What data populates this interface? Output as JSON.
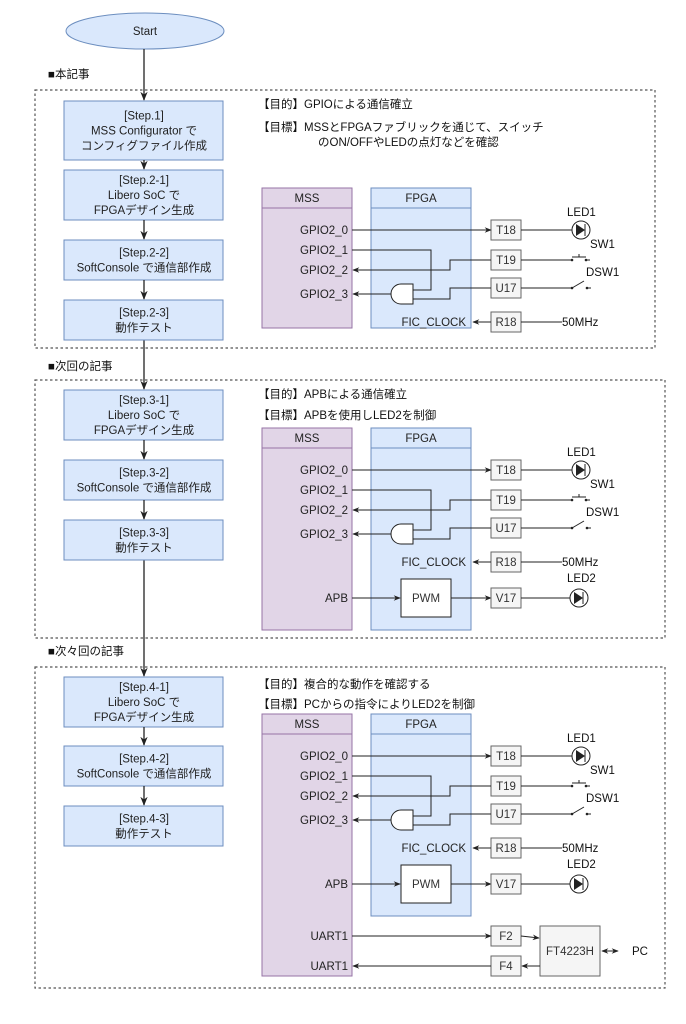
{
  "start": {
    "label": "Start"
  },
  "colors": {
    "step_fill": "#dae8fc",
    "step_stroke": "#6c8ebf",
    "mss_fill": "#e1d5e7",
    "mss_stroke": "#9673a6",
    "fpga_fill": "#dae8fc",
    "pin_fill": "#f5f5f5"
  },
  "sections": [
    {
      "label": "■本記事",
      "steps": [
        {
          "lines": [
            "[Step.1]",
            "MSS Configurator で",
            "コンフィグファイル作成"
          ]
        },
        {
          "lines": [
            "[Step.2-1]",
            "Libero SoC で",
            "FPGAデザイン生成"
          ]
        },
        {
          "lines": [
            "[Step.2-2]",
            "SoftConsole で通信部作成"
          ]
        },
        {
          "lines": [
            "[Step.2-3]",
            "動作テスト"
          ]
        }
      ],
      "purpose": "【目的】GPIOによる通信確立",
      "goal_lines": [
        "【目標】MSSとFPGAファブリックを通じて、スイッチ",
        "のON/OFFやLEDの点灯などを確認"
      ]
    },
    {
      "label": "■次回の記事",
      "steps": [
        {
          "lines": [
            "[Step.3-1]",
            "Libero SoC で",
            "FPGAデザイン生成"
          ]
        },
        {
          "lines": [
            "[Step.3-2]",
            "SoftConsole で通信部作成"
          ]
        },
        {
          "lines": [
            "[Step.3-3]",
            "動作テスト"
          ]
        }
      ],
      "purpose": "【目的】APBによる通信確立",
      "goal_lines": [
        "【目標】APBを使用しLED2を制御"
      ]
    },
    {
      "label": "■次々回の記事",
      "steps": [
        {
          "lines": [
            "[Step.4-1]",
            "Libero SoC で",
            "FPGAデザイン生成"
          ]
        },
        {
          "lines": [
            "[Step.4-2]",
            "SoftConsole で通信部作成"
          ]
        },
        {
          "lines": [
            "[Step.4-3]",
            "動作テスト"
          ]
        }
      ],
      "purpose": "【目的】複合的な動作を確認する",
      "goal_lines": [
        "【目標】PCからの指令によりLED2を制御"
      ]
    }
  ],
  "block": {
    "mss_title": "MSS",
    "fpga_title": "FPGA",
    "signals": {
      "gpio0": "GPIO2_0",
      "gpio1": "GPIO2_1",
      "gpio2": "GPIO2_2",
      "gpio3": "GPIO2_3",
      "fic_clock": "FIC_CLOCK",
      "apb": "APB",
      "uart_tx": "UART1",
      "uart_rx": "UART1"
    },
    "pins": {
      "led1": "T18",
      "sw1": "T19",
      "dsw1": "U17",
      "clk": "R18",
      "led2": "V17",
      "uart_tx": "F2",
      "uart_rx": "F4"
    },
    "external": {
      "led1": "LED1",
      "sw1": "SW1",
      "dsw1": "DSW1",
      "clock": "50MHz",
      "led2": "LED2",
      "pc": "PC"
    },
    "pwm": "PWM",
    "usb_chip": "FT4223H"
  }
}
